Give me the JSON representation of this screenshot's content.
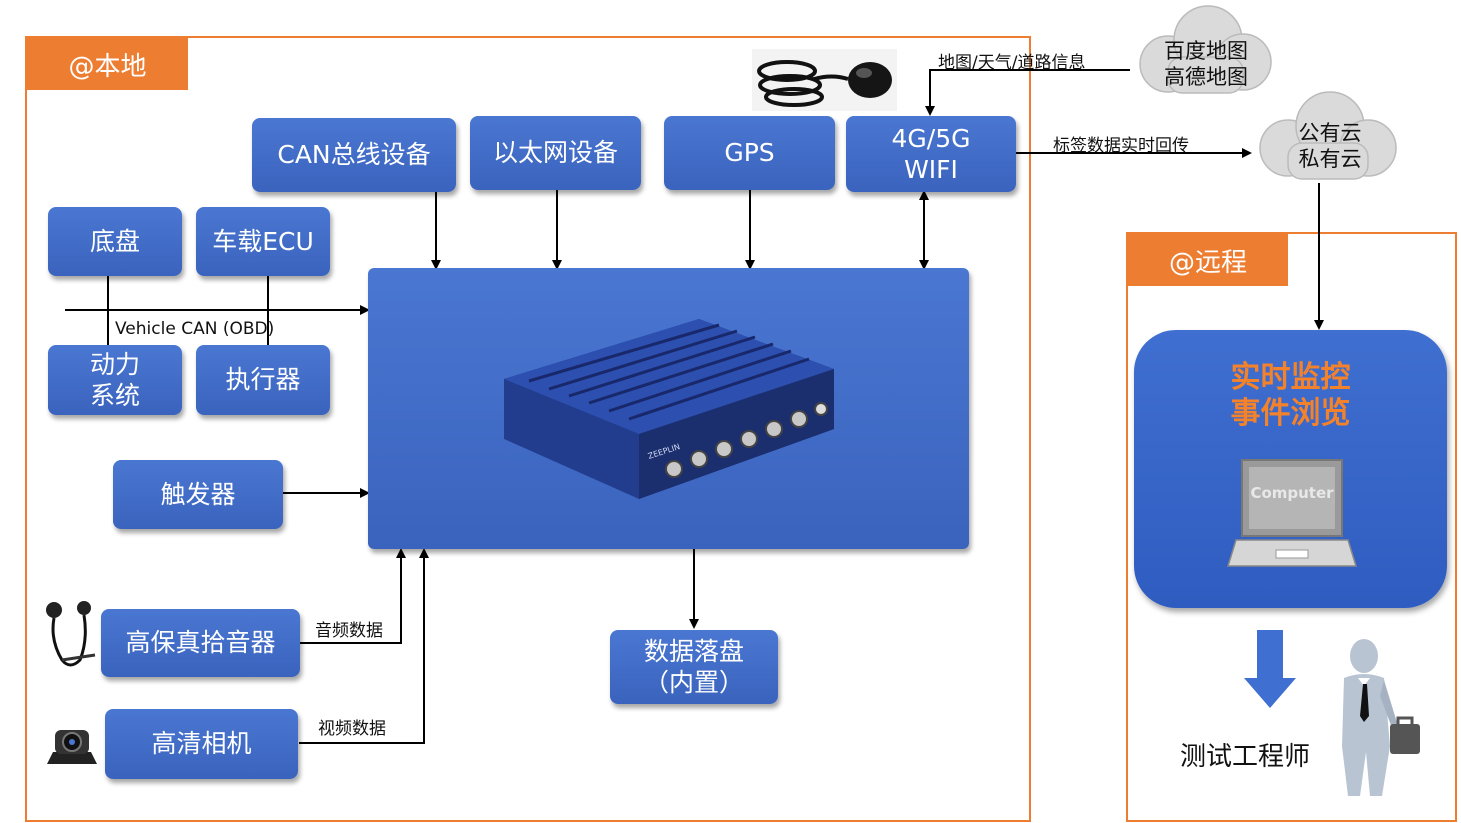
{
  "local": {
    "tag": "@本地"
  },
  "remote": {
    "tag": "@远程"
  },
  "boxes": {
    "can": "CAN总线设备",
    "ethernet": "以太网设备",
    "gps": "GPS",
    "net_line1": "4G/5G",
    "net_line2": "WIFI",
    "chassis": "底盘",
    "ecu": "车载ECU",
    "power_line1": "动力",
    "power_line2": "系统",
    "actuator": "执行器",
    "trigger": "触发器",
    "mic": "高保真拾音器",
    "camera": "高清相机",
    "storage_line1": "数据落盘",
    "storage_line2": "（内置）"
  },
  "labels": {
    "vehicle_can": "Vehicle CAN (OBD)",
    "audio": "音频数据",
    "video": "视频数据",
    "map_info": "地图/天气/道路信息",
    "upload": "标签数据实时回传"
  },
  "clouds": {
    "maps_line1": "百度地图",
    "maps_line2": "高德地图",
    "cloud_line1": "公有云",
    "cloud_line2": "私有云"
  },
  "monitor": {
    "title_line1": "实时监控",
    "title_line2": "事件浏览",
    "computer": "Computer"
  },
  "engineer": "测试工程师",
  "device": {
    "brand": "ZEEPLIN"
  },
  "colors": {
    "accent": "#ed7d31",
    "box_blue": "#4472c4",
    "title_orange": "#f4822a"
  }
}
